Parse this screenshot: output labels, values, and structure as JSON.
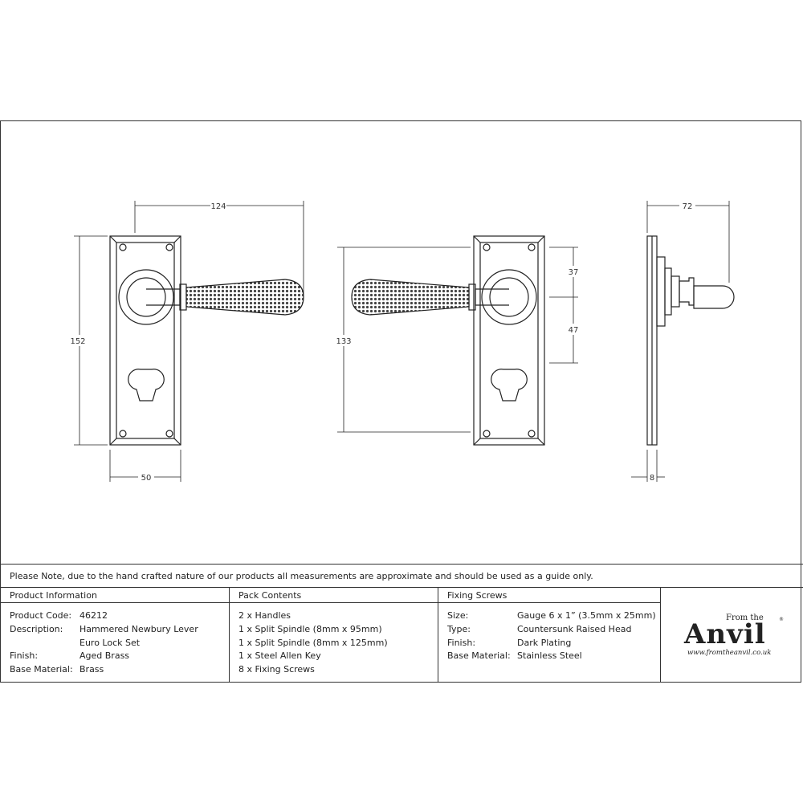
{
  "dimensions": {
    "front_width_top": "124",
    "front_height": "152",
    "front_width_bottom": "50",
    "back_height": "133",
    "back_upper": "37",
    "back_lower": "47",
    "side_depth": "72",
    "side_thickness": "8"
  },
  "note": "Please Note, due to the hand crafted nature of our products all measurements are approximate and should be used as a guide only.",
  "product_info": {
    "title": "Product Information",
    "rows": [
      {
        "label": "Product Code:",
        "value": "46212"
      },
      {
        "label": "Description:",
        "value": "Hammered Newbury Lever"
      },
      {
        "label": "",
        "value": "Euro Lock Set"
      },
      {
        "label": "Finish:",
        "value": "Aged Brass"
      },
      {
        "label": "Base Material:",
        "value": "Brass"
      }
    ]
  },
  "pack_contents": {
    "title": "Pack Contents",
    "items": [
      "2 x Handles",
      "1 x Split Spindle (8mm x 95mm)",
      "1 x Split Spindle (8mm x 125mm)",
      "1 x Steel Allen Key",
      "8 x Fixing Screws"
    ]
  },
  "fixing_screws": {
    "title": "Fixing Screws",
    "rows": [
      {
        "label": "Size:",
        "value": "Gauge 6 x 1” (3.5mm x 25mm)"
      },
      {
        "label": "Type:",
        "value": "Countersunk Raised Head"
      },
      {
        "label": "Finish:",
        "value": "Dark Plating"
      },
      {
        "label": "Base Material:",
        "value": "Stainless Steel"
      }
    ]
  },
  "logo": {
    "from": "From the",
    "brand": "Anvil",
    "url": "www.fromtheanvil.co.uk"
  }
}
